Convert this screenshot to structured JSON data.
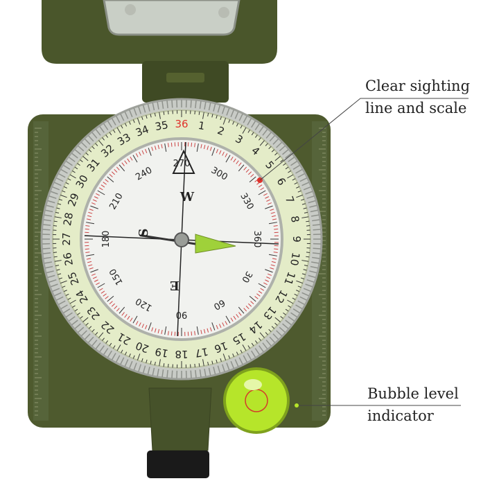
{
  "annotations": {
    "sighting": {
      "line1": "Clear sighting",
      "line2": "line and scale"
    },
    "bubble": {
      "line1": "Bubble level",
      "line2": "indicator"
    }
  },
  "compass": {
    "bezel_numbers": [
      "36",
      "1",
      "2",
      "3",
      "4",
      "5",
      "6",
      "7",
      "8",
      "9",
      "10",
      "11",
      "12",
      "13",
      "14",
      "15",
      "16",
      "17",
      "18",
      "19",
      "20",
      "21",
      "22",
      "23",
      "24",
      "25",
      "26",
      "27",
      "28",
      "29",
      "30",
      "31",
      "32",
      "33",
      "34",
      "35"
    ],
    "dial_numbers": [
      "270",
      "300",
      "330",
      "360",
      "30",
      "60",
      "90",
      "120",
      "150",
      "180",
      "210",
      "240"
    ],
    "cardinal_letters": [
      "W",
      "S",
      "E"
    ],
    "colors": {
      "body": "#4e5a2e",
      "body_dark": "#3a4322",
      "luminous": "#e4ecc8",
      "needle": "#9fd13a",
      "bubble": "#b6e52a",
      "marker_red": "#e0322b"
    }
  }
}
